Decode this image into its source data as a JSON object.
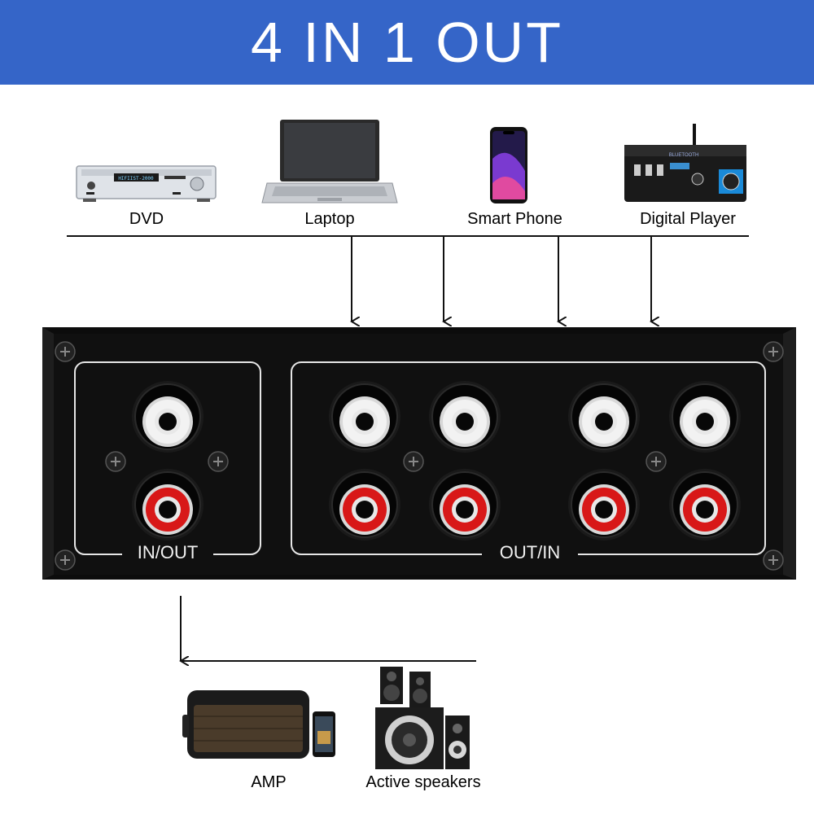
{
  "banner": {
    "title": "4 IN 1 OUT"
  },
  "sources": [
    {
      "label": "DVD",
      "icon": "dvd-player-icon",
      "display_text": "HIFIIST-2000"
    },
    {
      "label": "Laptop",
      "icon": "laptop-icon"
    },
    {
      "label": "Smart Phone",
      "icon": "smartphone-icon"
    },
    {
      "label": "Digital Player",
      "icon": "amplifier-icon"
    }
  ],
  "switch_box": {
    "input_section_label": "IN/OUT",
    "output_section_label": "OUT/IN",
    "colors": {
      "body": "#0c0c0c",
      "jack_white": "#f2f2f2",
      "jack_red": "#d81818",
      "outline": "#e6e6e6"
    }
  },
  "outputs": [
    {
      "label": "AMP",
      "icon": "speaker-amp-icon"
    },
    {
      "label": "Active speakers",
      "icon": "active-speakers-icon"
    }
  ]
}
